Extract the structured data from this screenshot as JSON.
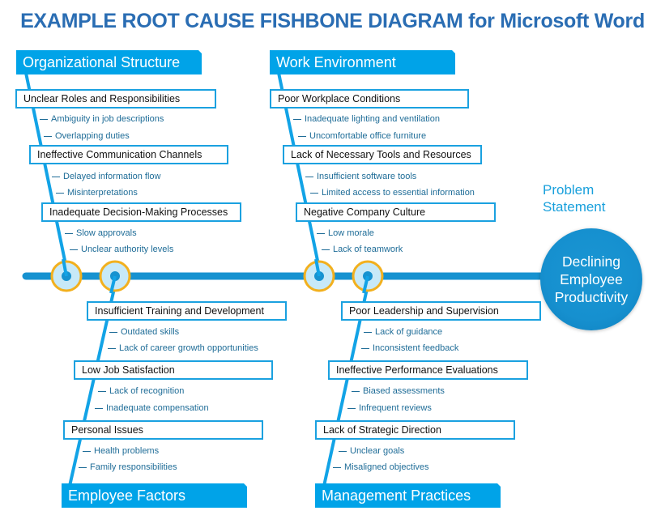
{
  "title": "EXAMPLE ROOT CAUSE FISHBONE DIAGRAM for Microsoft Word",
  "colors": {
    "title": "#2a6db3",
    "category_fill": "#00a3e8",
    "cause_border": "#1aa1e0",
    "spine": "#1692d0",
    "joint_ring": "#f2b01e",
    "joint_fill": "#c7e9f8",
    "subcause_text": "#1e6c97",
    "problem_fill": "#1690cf",
    "problem_label": "#19a0dc"
  },
  "problem": {
    "label_line1": "Problem",
    "label_line2": "Statement",
    "text_line1": "Declining",
    "text_line2": "Employee",
    "text_line3": "Productivity"
  },
  "categories": [
    {
      "name": "Organizational Structure",
      "position": "top",
      "causes": [
        {
          "name": "Unclear Roles and Responsibilities",
          "subcauses": [
            "Ambiguity in job descriptions",
            "Overlapping duties"
          ]
        },
        {
          "name": "Ineffective Communication Channels",
          "subcauses": [
            "Delayed information flow",
            "Misinterpretations"
          ]
        },
        {
          "name": "Inadequate Decision-Making Processes",
          "subcauses": [
            "Slow approvals",
            "Unclear authority levels"
          ]
        }
      ]
    },
    {
      "name": "Work Environment",
      "position": "top",
      "causes": [
        {
          "name": "Poor Workplace Conditions",
          "subcauses": [
            "Inadequate lighting and ventilation",
            "Uncomfortable office furniture"
          ]
        },
        {
          "name": "Lack of Necessary Tools and Resources",
          "subcauses": [
            "Insufficient software tools",
            "Limited access to essential information"
          ]
        },
        {
          "name": "Negative Company Culture",
          "subcauses": [
            "Low morale",
            "Lack of teamwork"
          ]
        }
      ]
    },
    {
      "name": "Employee Factors",
      "position": "bottom",
      "causes": [
        {
          "name": "Insufficient Training and Development",
          "subcauses": [
            "Outdated skills",
            "Lack of career growth opportunities"
          ]
        },
        {
          "name": "Low Job Satisfaction",
          "subcauses": [
            "Lack of recognition",
            "Inadequate compensation"
          ]
        },
        {
          "name": "Personal Issues",
          "subcauses": [
            "Health problems",
            "Family responsibilities"
          ]
        }
      ]
    },
    {
      "name": "Management Practices",
      "position": "bottom",
      "causes": [
        {
          "name": "Poor Leadership and Supervision",
          "subcauses": [
            "Lack of guidance",
            "Inconsistent feedback"
          ]
        },
        {
          "name": "Ineffective Performance Evaluations",
          "subcauses": [
            "Biased assessments",
            "Infrequent reviews"
          ]
        },
        {
          "name": "Lack of Strategic Direction",
          "subcauses": [
            "Unclear goals",
            "Misaligned objectives"
          ]
        }
      ]
    }
  ]
}
